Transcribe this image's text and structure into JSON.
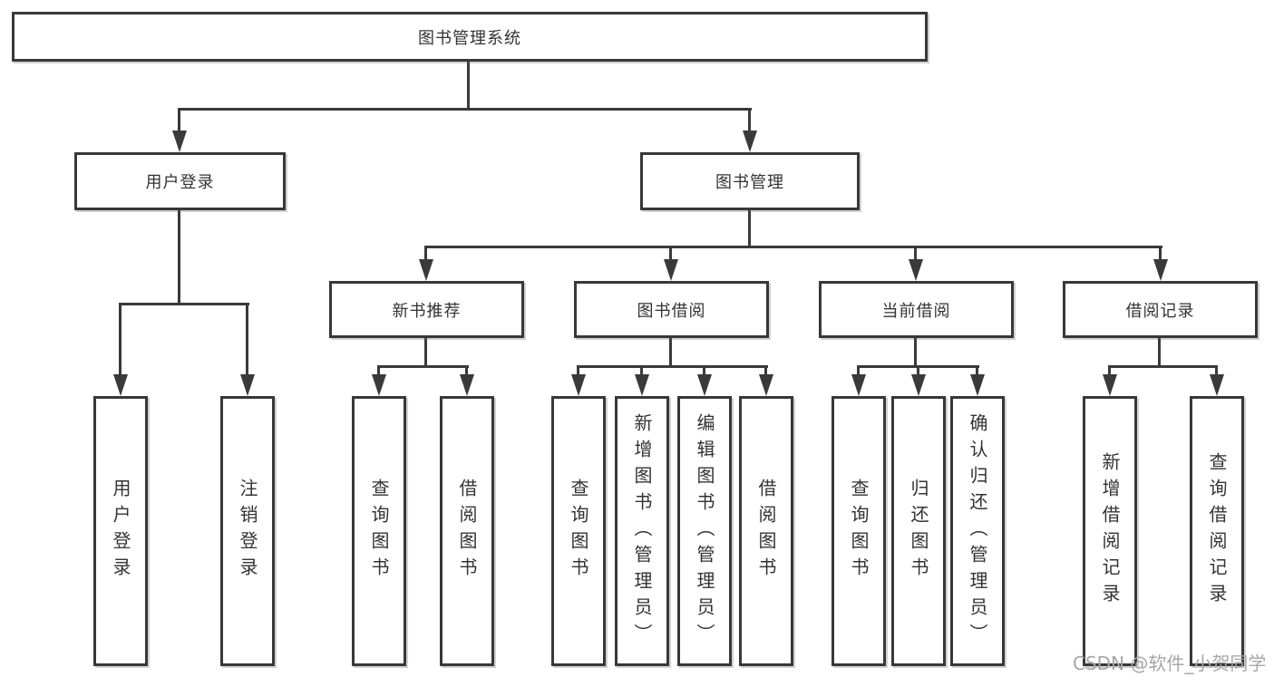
{
  "diagram": {
    "root": "图书管理系统",
    "level2": [
      "用户登录",
      "图书管理"
    ],
    "level3": [
      "新书推荐",
      "图书借阅",
      "当前借阅",
      "借阅记录"
    ],
    "leaves": {
      "user_login": [
        "用户登录",
        "注销登录"
      ],
      "new_book_rec": [
        "查询图书",
        "借阅图书"
      ],
      "book_borrow": [
        "查询图书",
        "新增图书（管理员）",
        "编辑图书（管理员）",
        "借阅图书"
      ],
      "current_borrow": [
        "查询图书",
        "归还图书",
        "确认归还（管理员）"
      ],
      "borrow_records": [
        "新增借阅记录",
        "查询借阅记录"
      ]
    }
  },
  "watermark": "CSDN @软件_小贺同学",
  "colors": {
    "line": "#3a3a3a",
    "border": "#383838",
    "text": "#333333",
    "background": "#ffffff",
    "watermark": "#a6a6a6"
  }
}
